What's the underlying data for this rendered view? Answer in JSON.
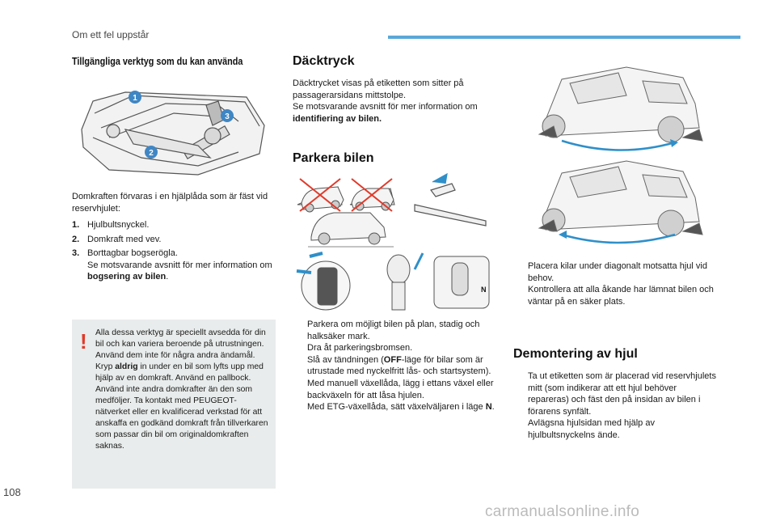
{
  "header": {
    "section": "Om ett fel uppstår"
  },
  "page_number": "108",
  "watermark": "carmanualsonline.info",
  "left": {
    "heading": "Tillgängliga verktyg som du kan använda",
    "intro": "Domkraften förvaras i en hjälplåda som är fäst vid reservhjulet:",
    "items": [
      {
        "num": "1.",
        "text": "Hjulbultsnyckel."
      },
      {
        "num": "2.",
        "text": "Domkraft med vev."
      },
      {
        "num": "3.",
        "text": "Borttagbar bogserögla.",
        "sub_pre": "Se motsvarande avsnitt för mer information om ",
        "sub_bold": "bogsering av bilen",
        "sub_post": "."
      }
    ],
    "callouts": [
      "1",
      "2",
      "3"
    ],
    "warning": {
      "mark": "!",
      "p1": "Alla dessa verktyg är speciellt avsedda för din bil och kan variera beroende på utrustningen. Använd dem inte för några andra ändamål.",
      "p2_pre": "Kryp ",
      "p2_bold": "aldrig",
      "p2_post": " in under en bil som lyfts upp med hjälp av en domkraft. Använd en pallbock.",
      "p3": "Använd inte andra domkrafter än den som medföljer. Ta kontakt med PEUGEOT-nätverket eller en kvalificerad verkstad för att anskaffa en godkänd domkraft från tillverkaren som passar din bil om originaldomkraften saknas."
    }
  },
  "middle": {
    "h_tire": "Däcktryck",
    "tire_p1": "Däcktrycket visas på etiketten som sitter på passagerarsidans mittstolpe.",
    "tire_p2": "Se motsvarande avsnitt för mer information om",
    "tire_p2_bold": "identifiering av bilen.",
    "h_park": "Parkera bilen",
    "gear_label": "N",
    "bullet": "",
    "park_list": [
      "Parkera om möjligt bilen på plan, stadig och halksäker mark.",
      "Dra åt parkeringsbromsen.",
      {
        "pre": "Slå av tändningen (",
        "bold": "OFF",
        "post": "-läge för bilar som är utrustade med nyckelfritt lås- och startsystem)."
      },
      "Med manuell växellåda, lägg i ettans växel eller backväxeln för att låsa hjulen.",
      {
        "pre": "Med ETG-växellåda, sätt växelväljaren i läge ",
        "bold": "N",
        "post": "."
      }
    ]
  },
  "right": {
    "chock_list": [
      "Placera kilar under diagonalt motsatta hjul vid behov.",
      "Kontrollera att alla åkande har lämnat bilen och väntar på en säker plats."
    ],
    "h_remove": "Demontering av hjul",
    "remove_list": [
      "Ta ut etiketten som är placerad vid reservhjulets mitt (som indikerar att ett hjul behöver repareras) och fäst den på insidan av bilen i förarens synfält.",
      "Avlägsna hjulsidan med hjälp av hjulbultsnyckelns ände."
    ]
  },
  "colors": {
    "accent": "#5aa7d9",
    "arrow": "#2f8fc9",
    "warning": "#e03a2a",
    "panel": "#e9ecec",
    "callout": "#3f86c4"
  }
}
